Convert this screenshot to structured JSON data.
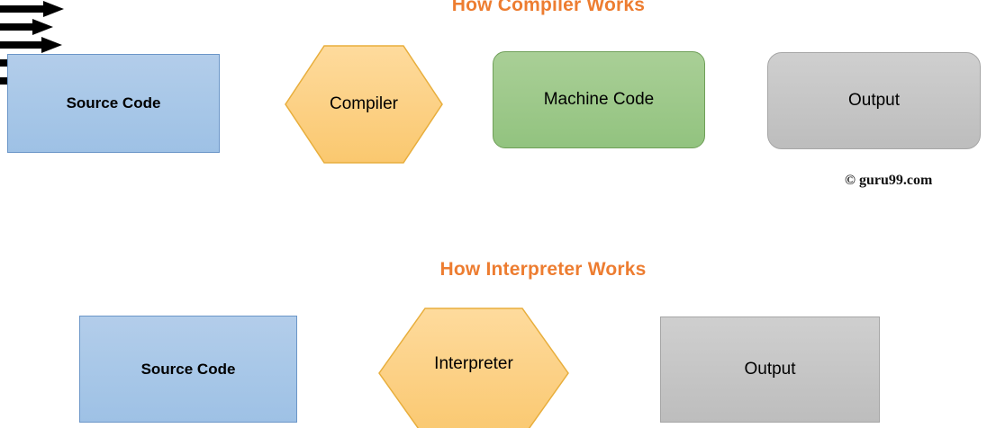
{
  "diagram": {
    "kind": "flowchart",
    "background_color": "#ffffff",
    "accent_color": "#ED7D31",
    "sections": [
      {
        "id": "compiler-flow",
        "title": "How Compiler Works",
        "nodes": [
          {
            "id": "compiler-source-code",
            "label": "Source Code",
            "shape": "rectangle",
            "fill": "#a9c8e8",
            "stroke": "#6b96c8",
            "bold": true
          },
          {
            "id": "compiler-compiler",
            "label": "Compiler",
            "shape": "hexagon",
            "fill": "#fcd186",
            "stroke": "#e8ae3c",
            "bold": false
          },
          {
            "id": "compiler-machine-code",
            "label": "Machine Code",
            "shape": "rounded-rectangle",
            "fill": "#9ec98b",
            "stroke": "#6f9f58",
            "bold": false
          },
          {
            "id": "compiler-output",
            "label": "Output",
            "shape": "rounded-rectangle",
            "fill": "#c6c6c6",
            "stroke": "#a6a6a6",
            "bold": false
          }
        ],
        "edges": [
          {
            "from": "compiler-source-code",
            "to": "compiler-compiler",
            "style": "solid-arrow",
            "color": "#000000"
          },
          {
            "from": "compiler-compiler",
            "to": "compiler-machine-code",
            "style": "solid-arrow",
            "color": "#000000"
          },
          {
            "from": "compiler-machine-code",
            "to": "compiler-output",
            "style": "solid-arrow",
            "color": "#000000"
          }
        ]
      },
      {
        "id": "interpreter-flow",
        "title": "How Interpreter Works",
        "nodes": [
          {
            "id": "interpreter-source-code",
            "label": "Source Code",
            "shape": "rectangle",
            "fill": "#a9c8e8",
            "stroke": "#6b96c8",
            "bold": true
          },
          {
            "id": "interpreter-interpreter",
            "label": "Interpreter",
            "shape": "hexagon",
            "fill": "#fcd186",
            "stroke": "#e8ae3c",
            "bold": false
          },
          {
            "id": "interpreter-output",
            "label": "Output",
            "shape": "rectangle",
            "fill": "#c6c6c6",
            "stroke": "#a6a6a6",
            "bold": false
          }
        ],
        "edges": [
          {
            "from": "interpreter-source-code",
            "to": "interpreter-interpreter",
            "style": "solid-arrow",
            "color": "#000000"
          },
          {
            "from": "interpreter-interpreter",
            "to": "interpreter-output",
            "style": "solid-arrow",
            "color": "#000000"
          }
        ]
      }
    ],
    "credit": "© guru99.com"
  }
}
